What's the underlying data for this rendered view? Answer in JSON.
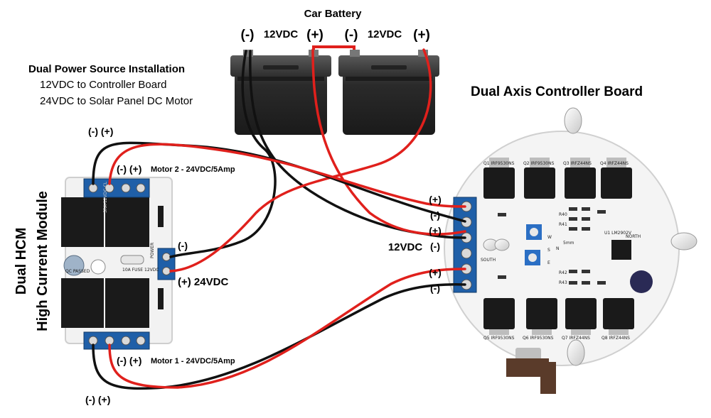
{
  "battery": {
    "title": "Car Battery",
    "left_neg": "(-)",
    "left_voltage": "12VDC",
    "left_pos": "(+)",
    "right_neg": "(-)",
    "right_voltage": "12VDC",
    "right_pos": "(+)"
  },
  "installation": {
    "heading": "Dual Power Source Installation",
    "line1": "12VDC to Controller Board",
    "line2": "24VDC to Solar Panel DC Motor"
  },
  "controller": {
    "title": "Dual Axis Controller Board",
    "pins": [
      "(+)",
      "(-)",
      "(+)",
      "(-)",
      "(+)",
      "(-)"
    ],
    "supply_label": "12VDC",
    "chip_labels": [
      "Q1 IRF9530NS",
      "Q2 IRF9530NS",
      "Q3 IRFZ44NS",
      "Q4 IRFZ44NS",
      "Q5 IRF9530NS",
      "Q6 IRF9530NS",
      "Q7 IRFZ44NS",
      "Q8 IRFZ44NS"
    ],
    "small_marks": [
      "NORTH",
      "SOUTH",
      "W",
      "E",
      "N",
      "S",
      "5mm",
      "U1 LM2902V",
      "R40",
      "R41",
      "R42",
      "R43"
    ]
  },
  "hcm": {
    "title_line1": "Dual HCM",
    "title_line2": "High Current Module",
    "top_terminal": "(-) (+)",
    "motor2_polarity": "(-) (+)",
    "motor2_label": "Motor 2 - 24VDC/5Amp",
    "bottom_terminal": "(-) (+)",
    "motor1_polarity": "(-) (+)",
    "motor1_label": "Motor 1 - 24VDC/5Amp",
    "input_neg": "(-)",
    "input_pos": "(+) 24VDC",
    "relay_text": "SRA-12VDC-CL",
    "qc_text": "QC PASSED",
    "fuse_text": "10A FUSE 12VDC",
    "power_label": "POWER"
  },
  "colors": {
    "wire_red": "#e0201c",
    "wire_black": "#111111",
    "terminal_blue": "#1f5fa8",
    "relay_black": "#1a1a1a",
    "pcb_white": "#f4f4f4",
    "battery_dark": "#2b2b2b"
  }
}
